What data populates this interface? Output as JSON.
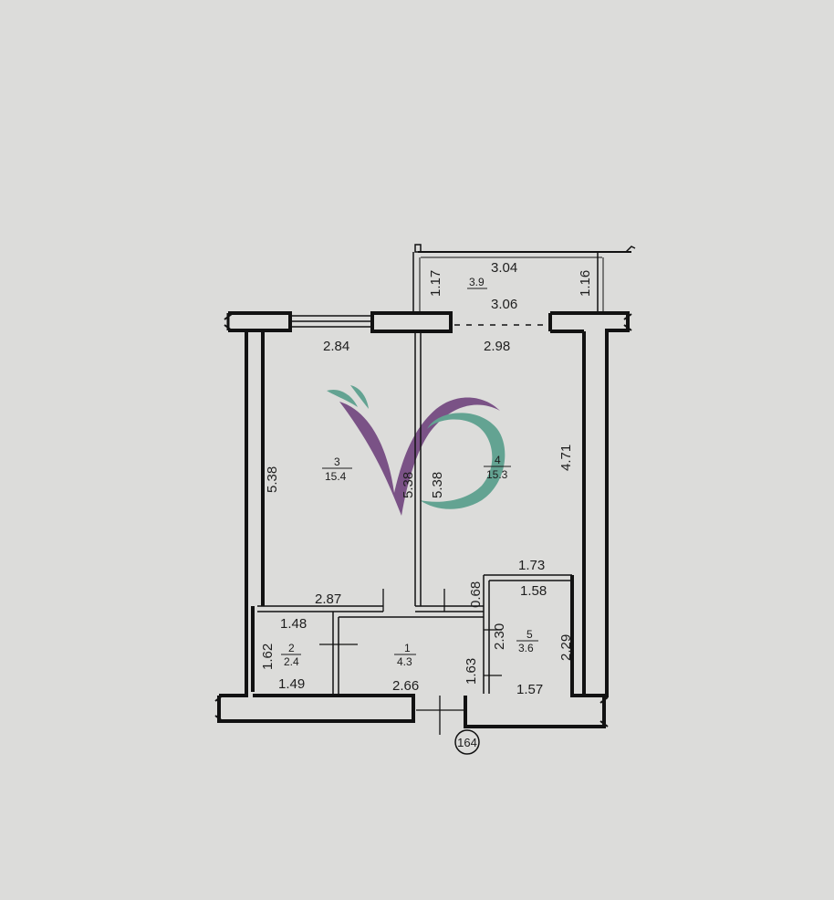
{
  "plan_number": "164",
  "rooms": [
    {
      "number": "1",
      "area": "4.3"
    },
    {
      "number": "2",
      "area": "2.4"
    },
    {
      "number": "3",
      "area": "15.4"
    },
    {
      "number": "4",
      "area": "15.3"
    },
    {
      "number": "5",
      "area": "3.6"
    },
    {
      "number": "",
      "area": "3.9"
    }
  ],
  "dimensions": {
    "balcony_top": "3.04",
    "balcony_bottom": "3.06",
    "balcony_left": "1.17",
    "balcony_right": "1.16",
    "room3_width": "2.84",
    "room4_width": "2.98",
    "room3_left_height": "5.38",
    "partition_left": "5.38",
    "partition_right": "5.38",
    "room4_right_height": "4.71",
    "room3_bottom_width": "2.87",
    "room5_top_outer": "1.73",
    "room5_top_inner": "1.58",
    "room5_corner": "0.68",
    "room5_left_height": "2.30",
    "room5_right_height": "2.29",
    "room5_bottom": "1.57",
    "room2_top": "1.48",
    "room2_height": "1.62",
    "room2_bottom": "1.49",
    "hall_bottom": "2.66",
    "hall_right_height": "1.63"
  },
  "colors": {
    "wall": "#121212",
    "paper": "#dcdcda",
    "logo_purple": "#6a3b78",
    "logo_green": "#4f9a86"
  }
}
